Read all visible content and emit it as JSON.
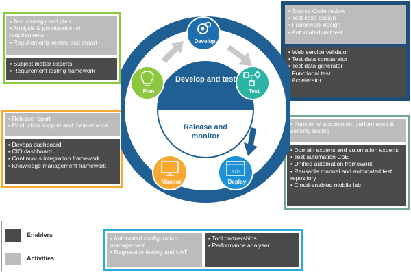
{
  "colors": {
    "green_border": "#8dc63f",
    "navy_border": "#1f4e79",
    "teal_border": "#6fa89a",
    "orange_border": "#f7a831",
    "blue_border": "#29abe2",
    "activities": "#bcbcbc",
    "enablers": "#4b4b4b",
    "ring": "#1f5f93"
  },
  "diagram": {
    "center_top": "Develop and test",
    "center_bottom": "Release and monitor",
    "stages": [
      {
        "label": "Develop",
        "icon": "gears-icon",
        "color": "#1f6fb0"
      },
      {
        "label": "Test",
        "icon": "flowchart-icon",
        "color": "#2bb3a3"
      },
      {
        "label": "Deploy",
        "icon": "code-window-icon",
        "color": "#1e90d6"
      },
      {
        "label": "Monitor",
        "icon": "monitor-icon",
        "color": "#f7a831"
      },
      {
        "label": "Plan",
        "icon": "lightbulb-icon",
        "color": "#8dc63f"
      }
    ]
  },
  "plan_panel": {
    "activities": [
      "Test strategy and plan",
      "Analysis & prioritisation of requirements",
      "Requirements review and report"
    ],
    "enablers": [
      "Subject matter experts",
      "Requirement testing framework"
    ]
  },
  "develop_panel": {
    "activities": [
      "Source Code review",
      "Test case design",
      "Framework design",
      "Automated unit test"
    ],
    "enablers": [
      "Web service validator",
      "Test data comparator",
      "Test data generator",
      "Functional test",
      "Accelerator"
    ]
  },
  "test_panel": {
    "activities": [
      "Functional automation, performance & security testing"
    ],
    "enablers": [
      "Domain experts and automation experts",
      "Test automation CoE",
      "Unified automation framework",
      "Reusable manual and automated test repository",
      "Cloud-enabled mobile lab"
    ]
  },
  "monitor_panel": {
    "activities": [
      "Release report",
      "Production support and maintenance"
    ],
    "enablers": [
      "Devops dashboard",
      "CIO dashboard",
      "Continuous integration framework",
      "Knowledge management framework"
    ]
  },
  "deploy_panel": {
    "activities": [
      "Automated configuration management",
      "Regression testing and UAT"
    ],
    "enablers": [
      "Tool partnerships",
      "Performance analyser"
    ]
  },
  "legend": {
    "enablers_label": "Enablers",
    "activities_label": "Activities"
  }
}
